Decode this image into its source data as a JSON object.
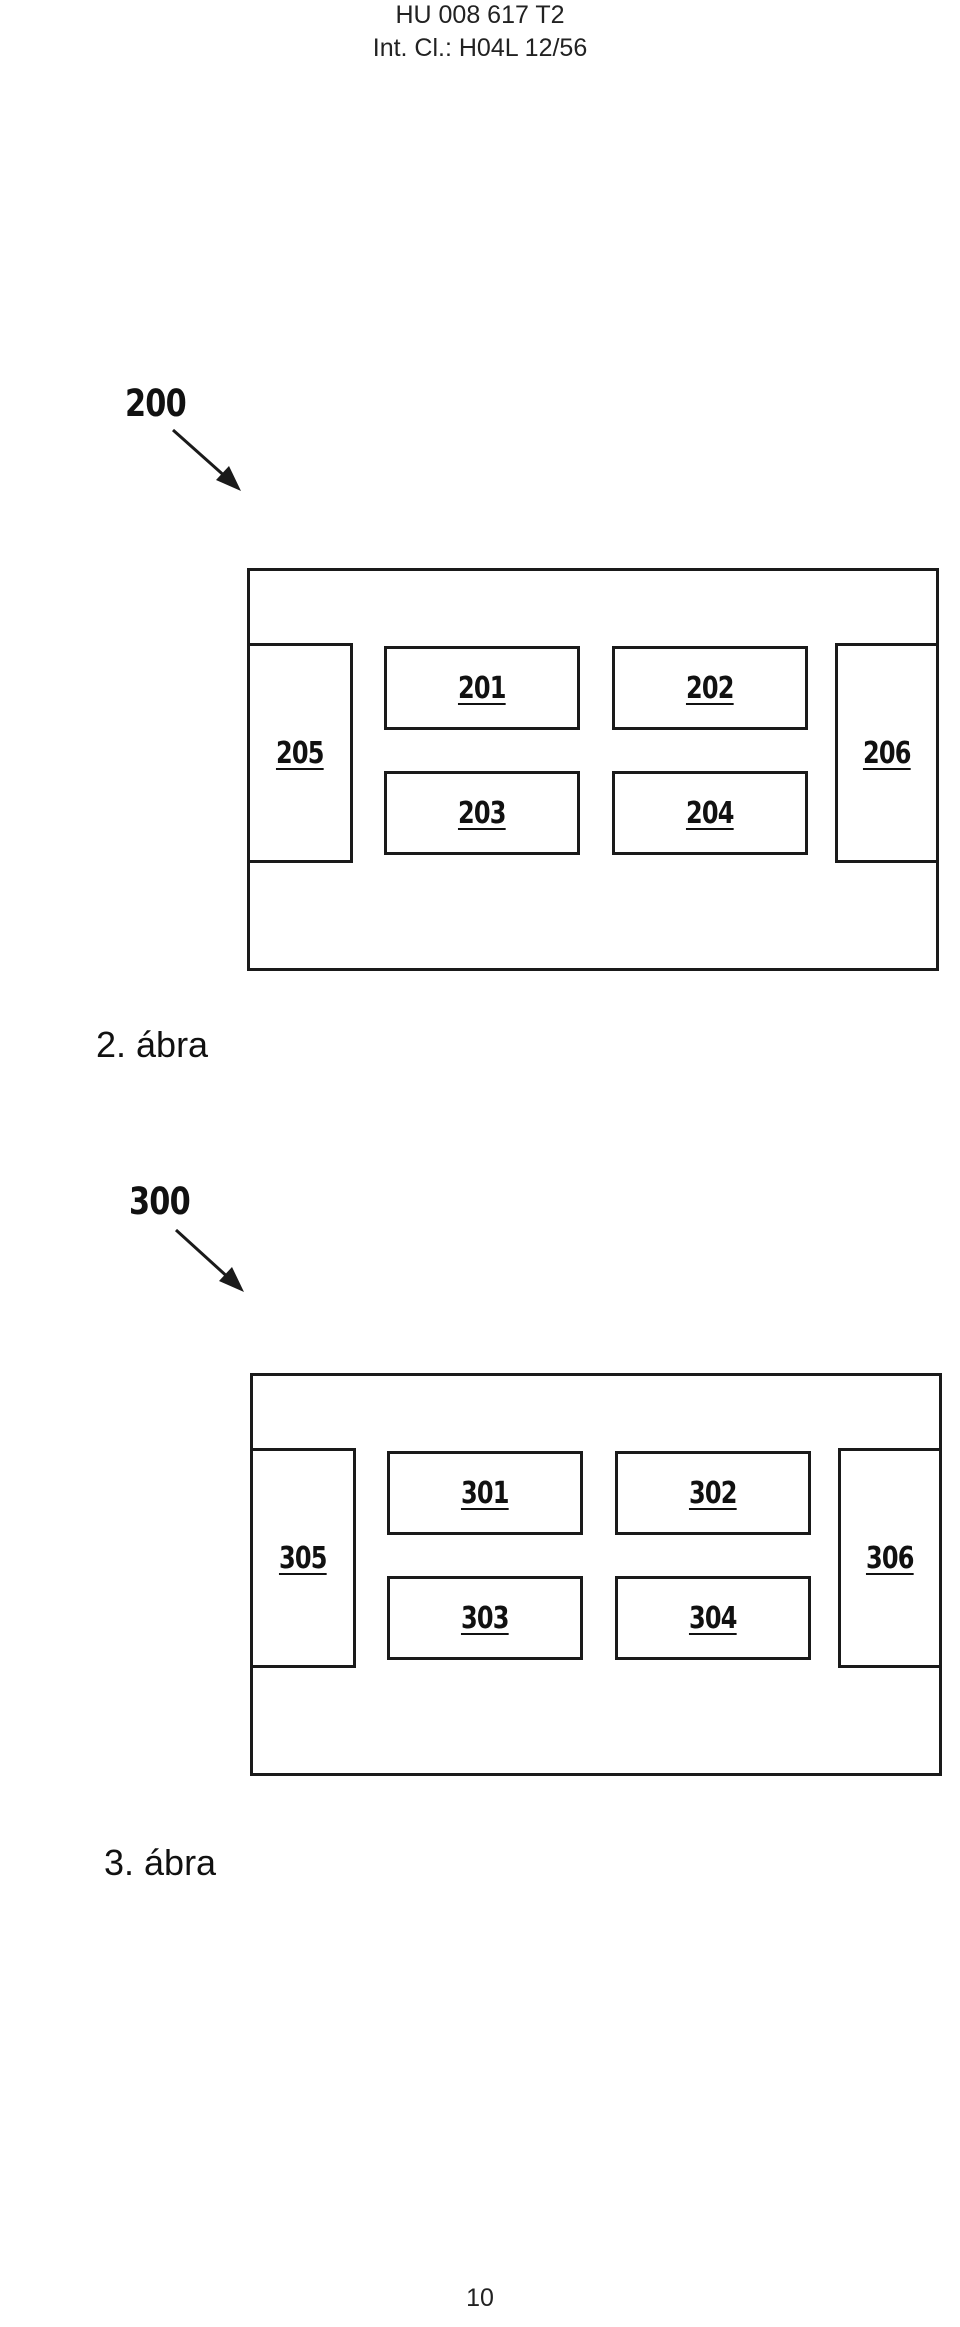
{
  "header": {
    "doc_number": "HU 008 617 T2",
    "classification": "Int. Cl.: H04L 12/56"
  },
  "figure_2": {
    "reference": "200",
    "caption": "2. ábra",
    "boxes": {
      "b201": "201",
      "b202": "202",
      "b203": "203",
      "b204": "204",
      "b205": "205",
      "b206": "206"
    }
  },
  "figure_3": {
    "reference": "300",
    "caption": "3. ábra",
    "boxes": {
      "b301": "301",
      "b302": "302",
      "b303": "303",
      "b304": "304",
      "b305": "305",
      "b306": "306"
    }
  },
  "footer": {
    "page_number": "10"
  }
}
